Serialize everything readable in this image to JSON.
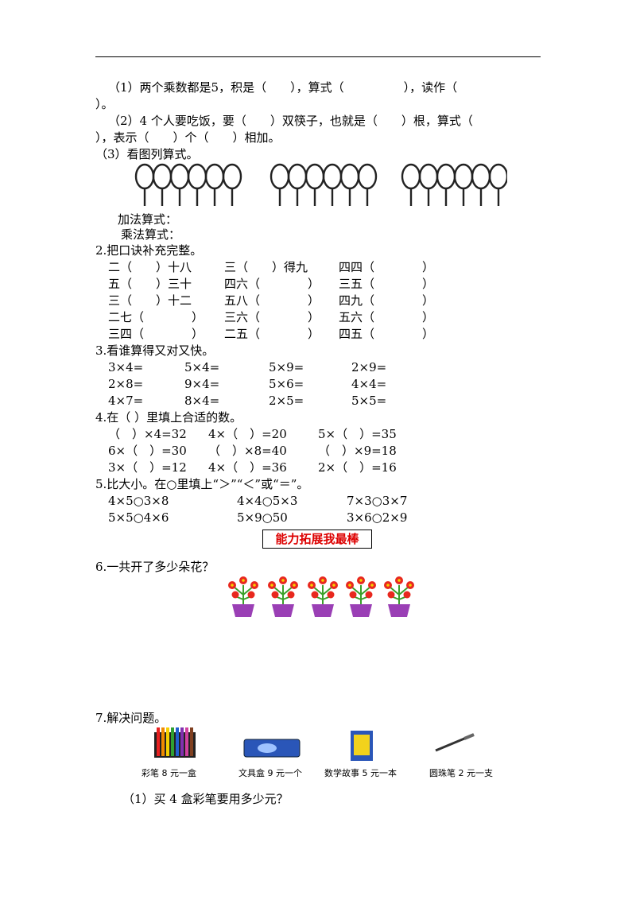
{
  "q1": {
    "line1a": "（1）两个乘数都是5，积是（　　），算式（　　　　　），读作（",
    "line1b": "）。",
    "line2a": "（2）4 个人要吃饭，要（　　）双筷子，也就是（　　）根，算式（",
    "line2b": "），表示（　　）个（　　）相加。",
    "line3": "（3）看图列算式。",
    "add_label": "加法算式：",
    "mul_label": "乘法算式："
  },
  "q2": {
    "heading": "2.把口诀补充完整。",
    "rows": [
      [
        "二（　　）十八",
        "三（　　）得九",
        "四四（　　　　）"
      ],
      [
        "五（　　）三十",
        "四六（　　　　）",
        "三五（　　　　）"
      ],
      [
        "三（　　）十二",
        "五八（　　　　）",
        "四九（　　　　）"
      ],
      [
        "二七（　　　　）",
        "三六（　　　　）",
        "五六（　　　　）"
      ],
      [
        "三四（　　　　）",
        "二五（　　　　）",
        "四五（　　　　）"
      ]
    ]
  },
  "q3": {
    "heading": "3.看谁算得又对又快。",
    "rows": [
      [
        "3×4=",
        "5×4=",
        "5×9=",
        "2×9="
      ],
      [
        "2×8=",
        "9×4=",
        "5×6=",
        "4×4="
      ],
      [
        "4×7=",
        "8×4=",
        "2×5=",
        "5×5="
      ]
    ]
  },
  "q4": {
    "heading": "4.在（ ）里填上合适的数。",
    "rows": [
      [
        "（　）×4=32",
        "4×（　）=20",
        "5×（　）=35"
      ],
      [
        "6×（　）=30",
        "（　）×8=40",
        "（　）×9=18"
      ],
      [
        "3×（　）=12",
        "4×（　）=36",
        "2×（　）=16"
      ]
    ]
  },
  "q5": {
    "heading": "5.比大小。在○里填上“＞”“＜”或“＝”。",
    "rows": [
      [
        "4×5○3×8",
        "4×4○5×3",
        "7×3○3×7"
      ],
      [
        "5×5○4×6",
        "5×9○50",
        "3×6○2×9"
      ]
    ]
  },
  "banner": "能力拓展我最棒",
  "q6": {
    "heading": "6.一共开了多少朵花？"
  },
  "q7": {
    "heading": "7.解决问题。",
    "items": [
      "彩笔 8 元一盒",
      "文具盒 9 元一个",
      "数学故事 5 元一本",
      "圆珠笔 2 元一支"
    ],
    "sub1": "（1）买 4 盒彩笔要用多少元？"
  },
  "colors": {
    "banner_text": "#dd0000",
    "flower_red": "#e8281e",
    "pot_purple": "#9a3fb5",
    "leaf_green": "#3aa02a"
  }
}
